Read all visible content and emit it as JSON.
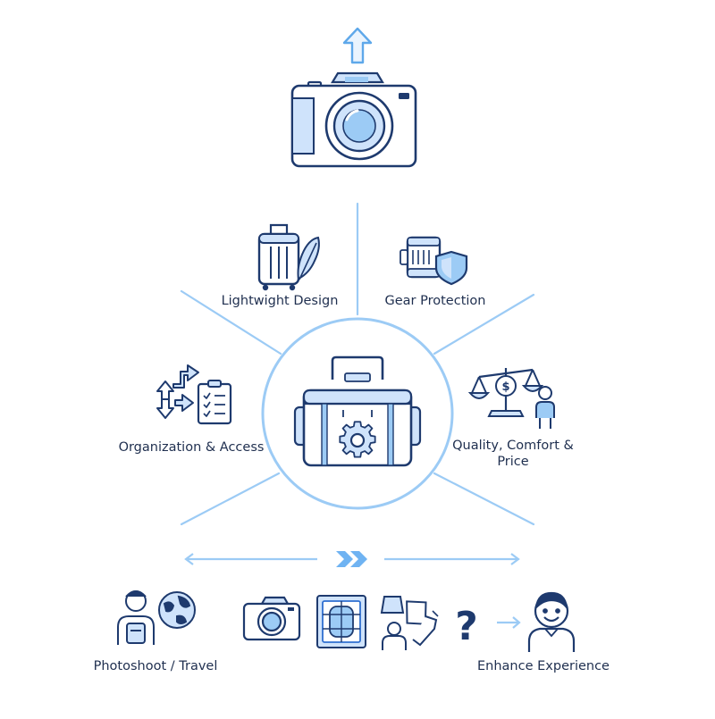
{
  "colors": {
    "navy": "#1e3a6e",
    "light_blue": "#cfe3fb",
    "accent_blue": "#6fb3f2",
    "line_blue": "#9ccbf5",
    "text": "#1f2f4f"
  },
  "top": {
    "icon": "camera-upgrade-icon"
  },
  "center": {
    "icon": "camera-bag-gear-icon"
  },
  "features": [
    {
      "label": "Lightwight Design",
      "icon": "suitcase-feather-icon"
    },
    {
      "label": "Gear Protection",
      "icon": "gear-shield-icon"
    },
    {
      "label": "Organization & Access",
      "icon": "arrows-checklist-icon"
    },
    {
      "label": "Quality, Comfort & Price",
      "icon": "scale-dollar-person-icon"
    }
  ],
  "journey": {
    "start_label": "Photoshoot / Travel",
    "end_label": "Enhance Experience",
    "question_mark": "?",
    "icons": [
      "traveler-globe-icon",
      "camera-icon",
      "bag-compartments-icon",
      "shopping-decision-icon",
      "question-icon",
      "arrow-icon",
      "happy-person-icon"
    ]
  }
}
